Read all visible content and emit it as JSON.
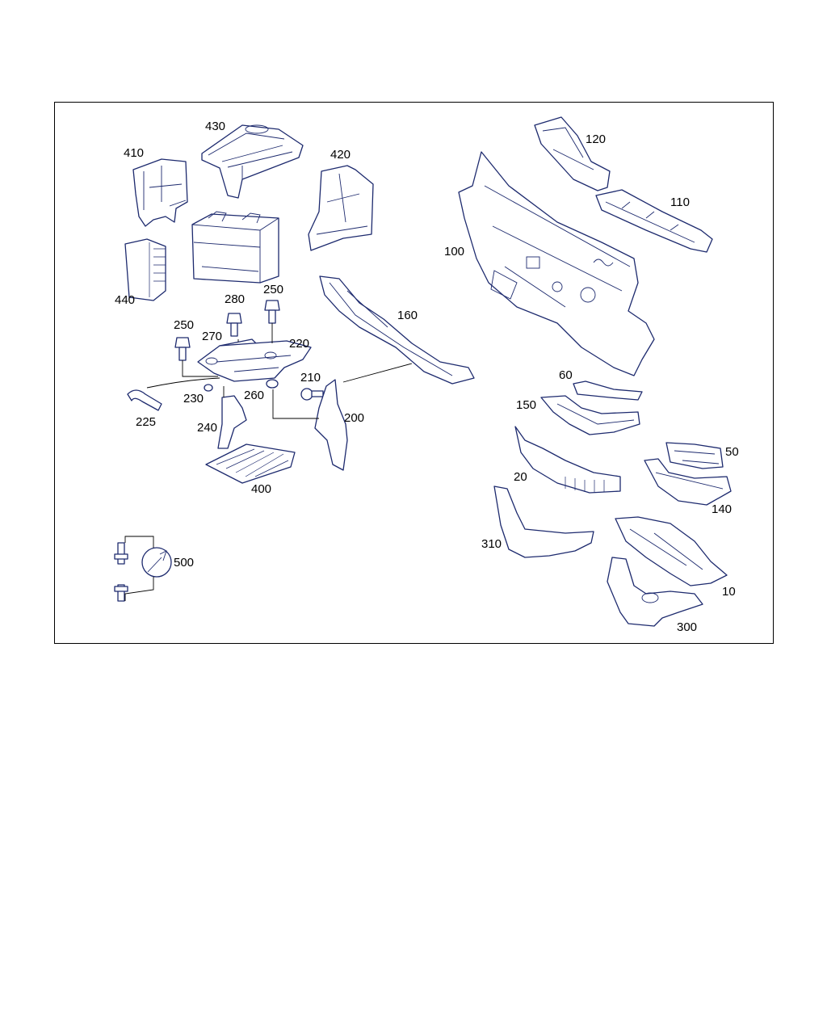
{
  "diagram": {
    "part_labels": {
      "p430": "430",
      "p410": "410",
      "p420": "420",
      "p120": "120",
      "p110": "110",
      "p100": "100",
      "p440": "440",
      "p280": "280",
      "p250a": "250",
      "p250b": "250",
      "p270": "270",
      "p220": "220",
      "p160": "160",
      "p210": "210",
      "p230": "230",
      "p260": "260",
      "p225": "225",
      "p240": "240",
      "p200": "200",
      "p60": "60",
      "p150": "150",
      "p50": "50",
      "p20": "20",
      "p140": "140",
      "p400": "400",
      "p310": "310",
      "p500": "500",
      "p10": "10",
      "p300": "300"
    },
    "colors": {
      "line": "#1d2a6e",
      "frame": "#000000",
      "background": "#ffffff"
    }
  }
}
